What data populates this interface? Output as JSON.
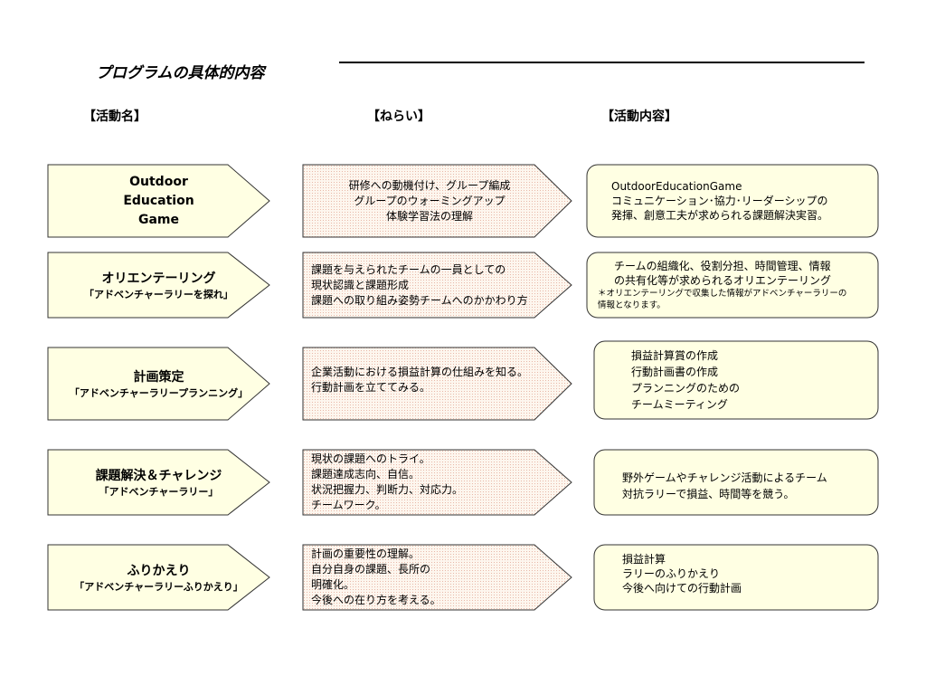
{
  "page": {
    "title": "プログラムの具体的内容",
    "headers": {
      "activity": "【活動名】",
      "aim": "【ねらい】",
      "content": "【活動内容】"
    }
  },
  "rows": [
    {
      "activity_name": "Outdoor\nEducation\nGame",
      "activity_sub": "",
      "aim": "研修への動機付け、グループ編成\nグループのウォーミングアップ\n体験学習法の理解",
      "content": "OutdoorEducationGame\nコミュニケーション･協力･リーダーシップの\n発揮、創意工夫が求められる課題解決実習。",
      "content_note": ""
    },
    {
      "activity_name": "オリエンテーリング",
      "activity_sub": "「アドベンチャーラリーを探れ」",
      "aim": "課題を与えられたチームの一員としての\n現状認識と課題形成\n課題への取り組み姿勢チームへのかかわり方",
      "content": "チームの組織化、役割分担、時間管理、情報\nの共有化等が求められるオリエンテーリング",
      "content_note": "＊オリエンテーリングで収集した情報がアドベンチャーラリーの\n情報となります。"
    },
    {
      "activity_name": "計画策定",
      "activity_sub": "「アドベンチャーラリープランニング」",
      "aim": "企業活動における損益計算の仕組みを知る。\n行動計画を立ててみる。",
      "content": "損益計算賞の作成\n行動計画書の作成\nプランニングのための\nチームミーティング",
      "content_note": ""
    },
    {
      "activity_name": "課題解決＆チャレンジ",
      "activity_sub": "「アドベンチャーラリー」",
      "aim": "現状の課題へのトライ。\n課題達成志向、自信。\n状況把握力、判断力、対応力。\nチームワーク。",
      "content": "野外ゲームやチャレンジ活動によるチーム\n対抗ラリーで損益、時間等を競う。",
      "content_note": ""
    },
    {
      "activity_name": "ふりかえり",
      "activity_sub": "「アドベンチャーラリーふりかえり」",
      "aim": "計画の重要性の理解。\n自分自身の課題、長所の\n明確化。\n今後への在り方を考える。",
      "content": "損益計算\nラリーのふりかえり\n今後へ向けての行動計画",
      "content_note": ""
    }
  ]
}
